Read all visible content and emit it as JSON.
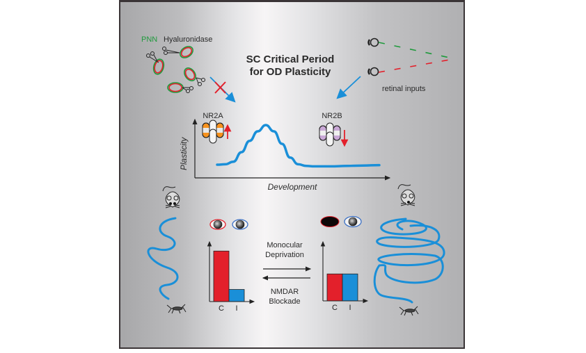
{
  "title": {
    "line1": "SC Critical Period",
    "line2": "for OD Plasticity"
  },
  "labels": {
    "pnn": "PNN",
    "hyaluronidase": "Hyaluronidase",
    "retinal_inputs": "retinal inputs",
    "nr2a": "NR2A",
    "nr2b": "NR2B",
    "y_axis": "Plasticity",
    "x_axis": "Development",
    "md_line1": "Monocular",
    "md_line2": "Deprivation",
    "nmdar_line1": "NMDAR",
    "nmdar_line2": "Blockade"
  },
  "colors": {
    "pnn_green": "#1f9a3c",
    "red": "#e3202b",
    "blue": "#1a8fd8",
    "orange": "#f6921e",
    "purple": "#c9a8d6",
    "eye_blue": "#3a6fc4"
  },
  "icons": [
    "scissors-icon",
    "pnn-net-icon",
    "eye-icon",
    "mouse-icon",
    "cricket-icon",
    "nmda-receptor-icon",
    "arrow-up-icon",
    "arrow-down-icon"
  ],
  "chart_data": [
    {
      "type": "line",
      "title": "",
      "xlabel": "Development",
      "ylabel": "Plasticity",
      "x": [
        0,
        0.05,
        0.1,
        0.15,
        0.2,
        0.25,
        0.3,
        0.35,
        0.4,
        0.45,
        0.5,
        0.55,
        0.6,
        0.7,
        0.8,
        0.9,
        1.0
      ],
      "values": [
        0.05,
        0.06,
        0.12,
        0.35,
        0.62,
        0.85,
        1.0,
        0.85,
        0.55,
        0.22,
        0.06,
        0.02,
        0.01,
        0.01,
        0.02,
        0.03,
        0.04
      ],
      "annotations": [
        "NR2A up",
        "NR2B down"
      ]
    },
    {
      "type": "bar",
      "title": "Normal (before MD)",
      "categories": [
        "C",
        "I"
      ],
      "values": [
        1.0,
        0.24
      ],
      "colors": [
        "#e3202b",
        "#1a8fd8"
      ],
      "ylim": [
        0,
        1.1
      ]
    },
    {
      "type": "bar",
      "title": "After MD / NMDAR blockade",
      "categories": [
        "C",
        "I"
      ],
      "values": [
        0.54,
        0.54
      ],
      "colors": [
        "#e3202b",
        "#1a8fd8"
      ],
      "ylim": [
        0,
        1.1
      ]
    }
  ]
}
